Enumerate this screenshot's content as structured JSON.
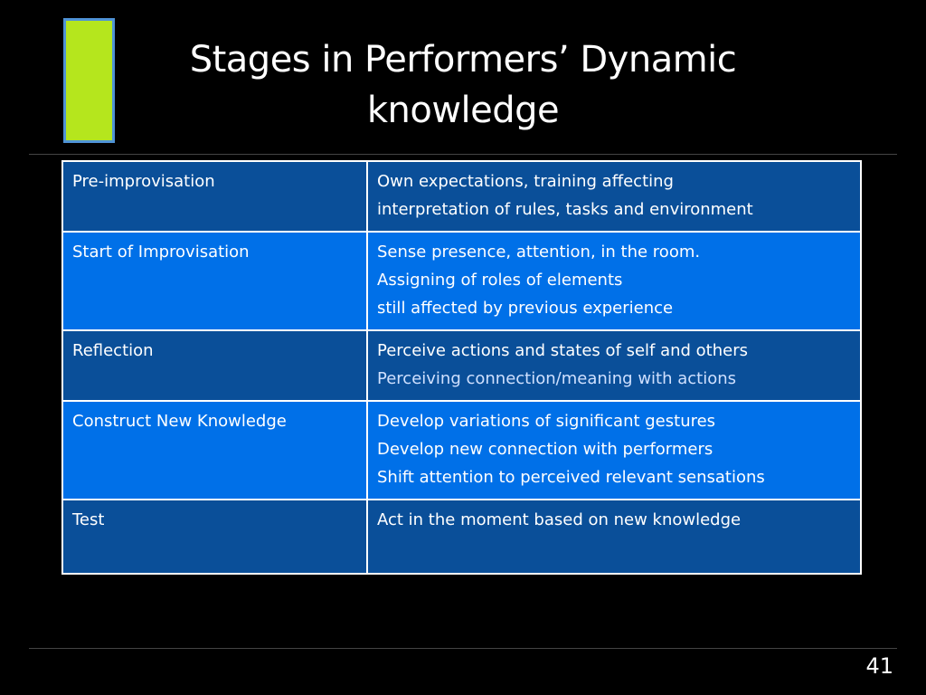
{
  "slide": {
    "title_line1": "Stages in Performers’ Dynamic",
    "title_line2": "knowledge",
    "page_number": "41",
    "colors": {
      "background": "#000000",
      "accent_bar": "#b5e61d",
      "accent_bar_border": "#4f93d6",
      "row_dark": "#0a4f99",
      "row_light": "#0070e8",
      "text": "#ffffff"
    }
  },
  "table": {
    "rows": [
      {
        "stage": "Pre-improvisation",
        "details": [
          "Own expectations, training affecting",
          "interpretation of rules, tasks and environment"
        ]
      },
      {
        "stage": "Start of Improvisation",
        "details": [
          "Sense presence, attention, in the room.",
          "Assigning of roles of elements",
          "still affected by previous experience"
        ]
      },
      {
        "stage": "Reflection",
        "details": [
          "Perceive actions and states of self and others",
          "Perceiving connection/meaning with actions"
        ]
      },
      {
        "stage": "Construct New Knowledge",
        "details": [
          "Develop variations of significant gestures",
          "Develop new connection with performers",
          "Shift attention to perceived relevant sensations"
        ]
      },
      {
        "stage": "Test",
        "details": [
          "Act in the moment based on new knowledge"
        ]
      }
    ]
  }
}
